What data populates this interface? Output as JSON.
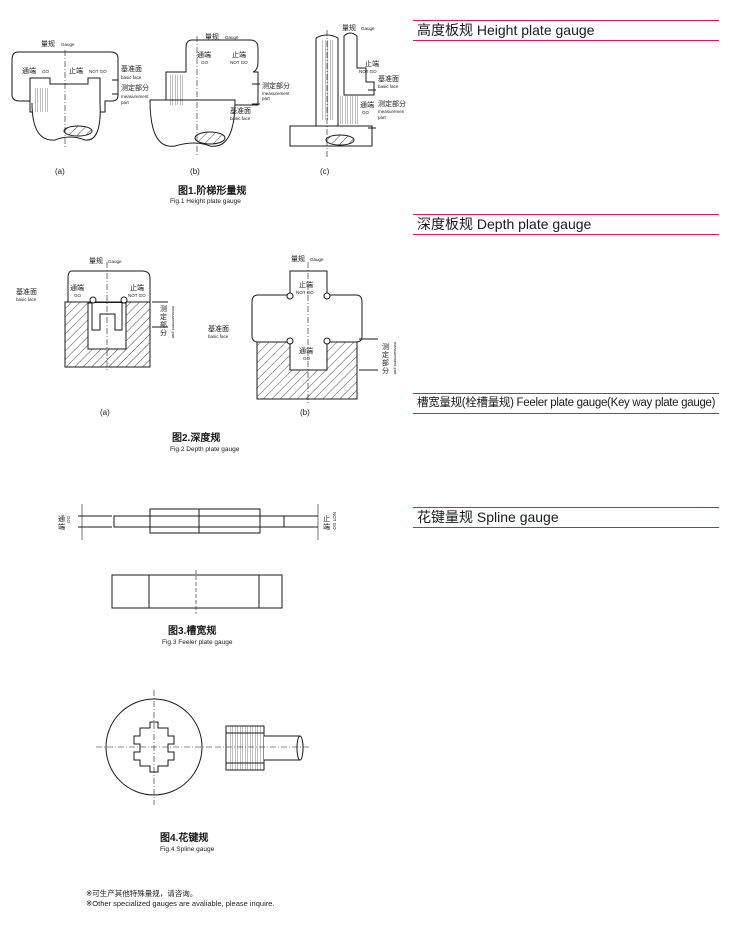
{
  "sections": {
    "height": "高度板规  Height plate gauge",
    "depth": "深度板规  Depth plate gauge",
    "feeler": "槽宽量规(栓槽量规) Feeler plate gauge(Key way plate gauge)",
    "spline": "花键量规    Spline gauge"
  },
  "fig1": {
    "caption_cn": "图1.阶梯形量规",
    "caption_en": "Fig.1  Height plate gauge",
    "sub_a": "(a)",
    "sub_b": "(b)",
    "sub_c": "(c)",
    "gauge_cn": "量规",
    "gauge_en": "Gauge",
    "go_cn": "通端",
    "go_en": "GO",
    "notgo_cn": "止端",
    "notgo_en": "NOT GO",
    "basic_cn": "基准面",
    "basic_en": "basic face",
    "meas_cn": "测定部分",
    "meas_en1": "measurement",
    "meas_en2": "part",
    "meas_en_c": "measuremen"
  },
  "fig2": {
    "caption_cn": "图2.深度规",
    "caption_en": "Fig.2  Depth plate gauge",
    "sub_a": "(a)",
    "sub_b": "(b)",
    "meas_v": [
      "测",
      "定",
      "部",
      "分"
    ],
    "meas_part_en": "measurement part"
  },
  "fig3": {
    "caption_cn": "图3.槽宽规",
    "caption_en": "Fig.3  Feeler plate gauge",
    "go_v": [
      "通",
      "端"
    ],
    "notgo_v": [
      "止",
      "端"
    ]
  },
  "fig4": {
    "caption_cn": "图4.花键规",
    "caption_en": "Fig.4  Spline gauge"
  },
  "footer": {
    "line1": "※可生产其他特殊量规，请咨询。",
    "line2": "※Other specialized gauges are avaliable, please inquire."
  },
  "colors": {
    "accent": "#d6186f",
    "ink": "#1a1a1a"
  }
}
